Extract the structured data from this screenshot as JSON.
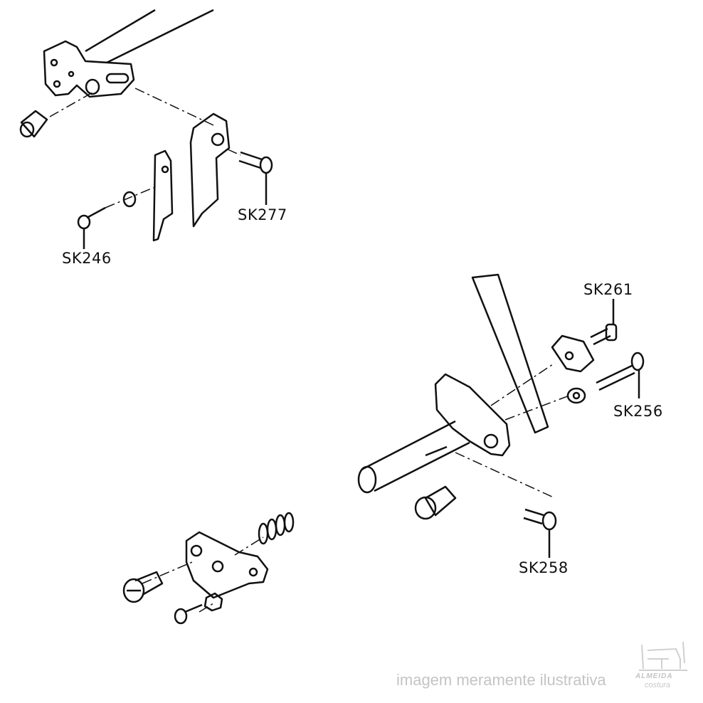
{
  "diagram": {
    "labels": {
      "sk277": "SK277",
      "sk246": "SK246",
      "sk261": "SK261",
      "sk256": "SK256",
      "sk258": "SK258"
    }
  },
  "watermark": {
    "text": "imagem meramente ilustrativa",
    "logo_name": "ALMEIDA",
    "logo_sub": "costura"
  }
}
